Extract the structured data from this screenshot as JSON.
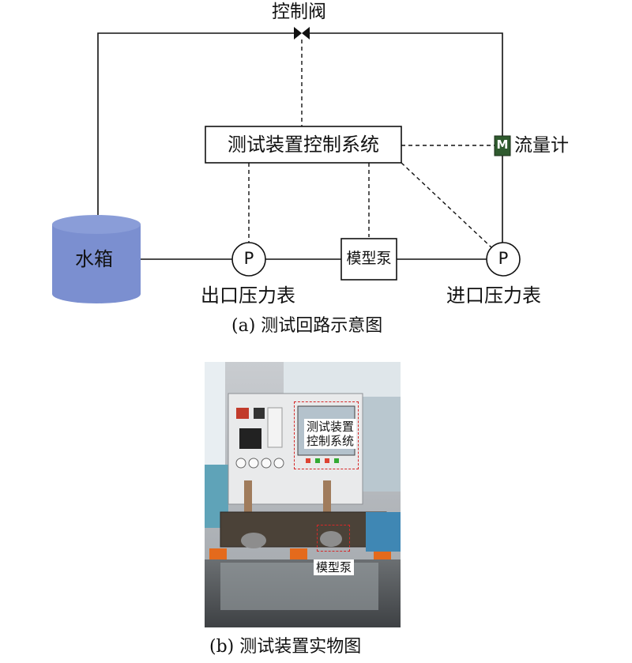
{
  "diagram_a": {
    "control_valve_label": "控制阀",
    "control_system_label": "测试装置控制系统",
    "flow_meter_label": "流量计",
    "flow_meter_symbol": "M",
    "water_tank_label": "水箱",
    "outlet_gauge_symbol": "P",
    "inlet_gauge_symbol": "P",
    "outlet_gauge_label": "出口压力表",
    "inlet_gauge_label": "进口压力表",
    "model_pump_label": "模型泵",
    "caption": "(a) 测试回路示意图",
    "colors": {
      "tank_fill": "#7b8fd0",
      "flow_meter_fill": "#2f5a2e",
      "line": "#111111"
    }
  },
  "photo_b": {
    "control_system_label_line1": "测试装置",
    "control_system_label_line2": "控制系统",
    "model_pump_label": "模型泵",
    "caption": "(b) 测试装置实物图",
    "colors": {
      "highlight_box": "#d62828"
    }
  }
}
